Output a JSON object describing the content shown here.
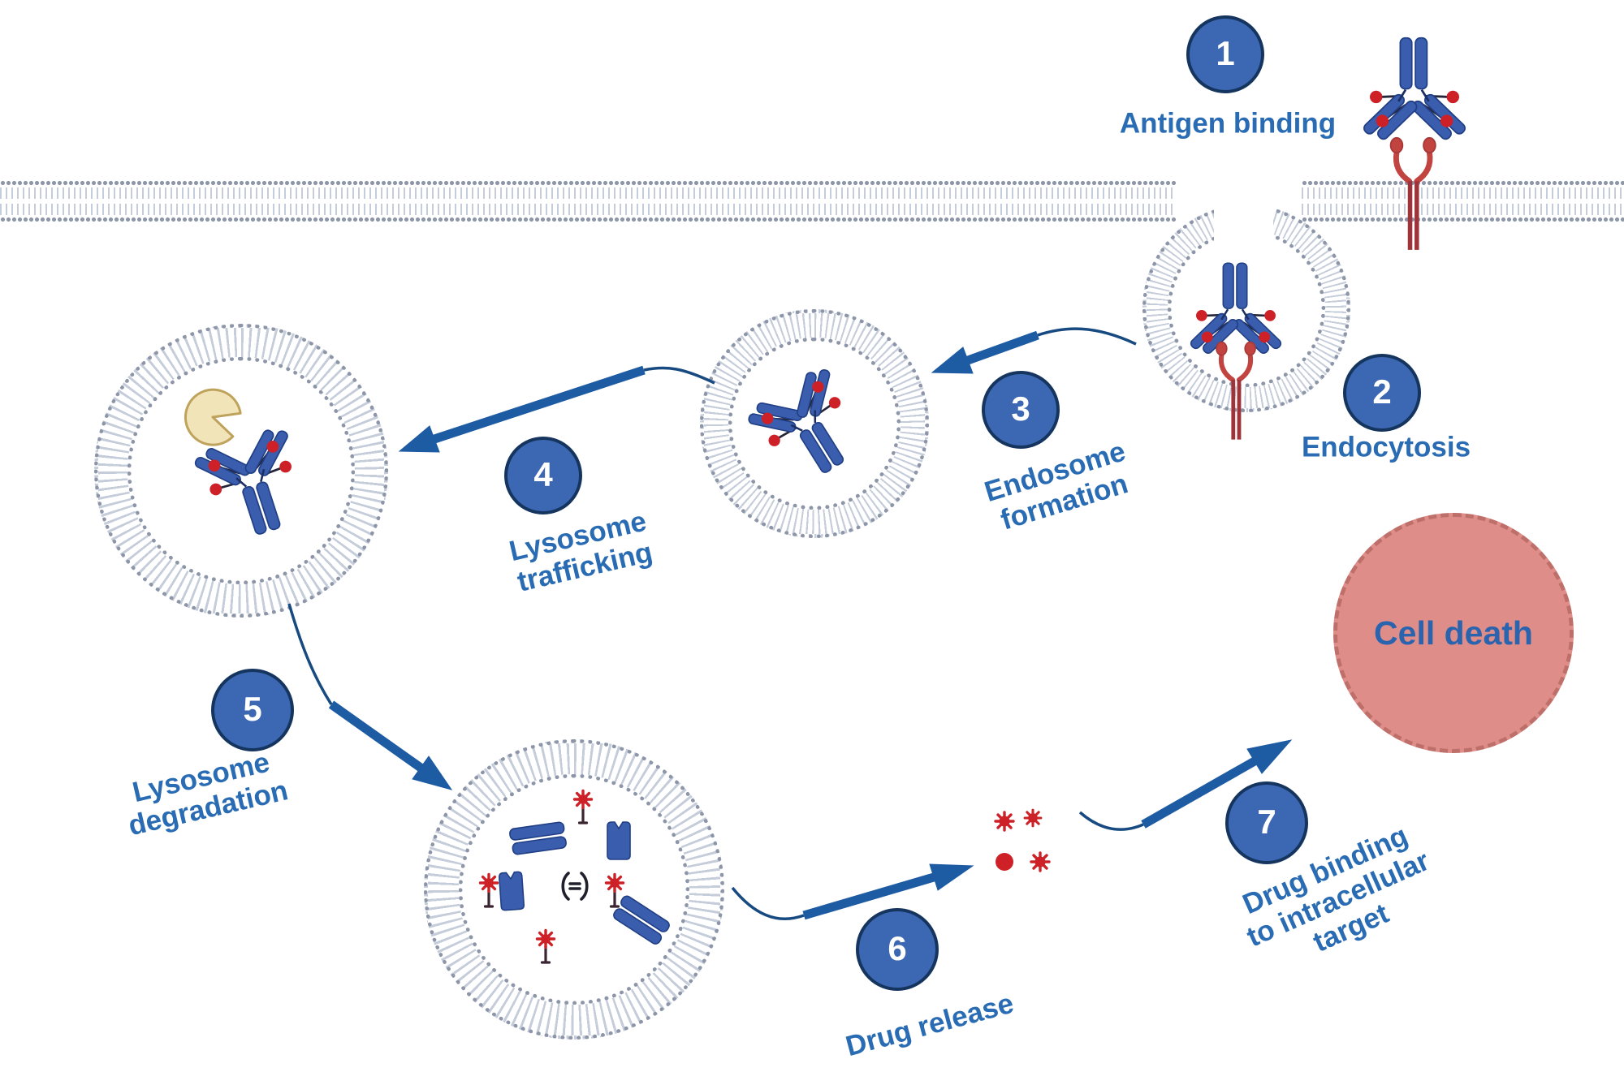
{
  "steps": [
    {
      "number": "1",
      "label": "Antigen binding"
    },
    {
      "number": "2",
      "label": "Endocytosis"
    },
    {
      "number": "3",
      "label": "Endosome\nformation"
    },
    {
      "number": "4",
      "label": "Lysosome\ntrafficking"
    },
    {
      "number": "5",
      "label": "Lysosome\ndegradation"
    },
    {
      "number": "6",
      "label": "Drug release"
    },
    {
      "number": "7",
      "label": "Drug binding\nto intracellular\ntarget"
    }
  ],
  "cell_death_label": "Cell death",
  "colors": {
    "step_circle_fill": "#3c67b3",
    "step_circle_border": "#15355f",
    "label_text": "#2a6cb4",
    "arrow_blue": "#1d5ba3",
    "membrane_dot": "#8d96a8",
    "membrane_tail": "#c6cdda",
    "antibody_blue": "#3b5dae",
    "drug_red": "#cd2127",
    "receptor_red": "#c24441",
    "enzyme_yellow": "#f1e4b8",
    "cell_death_fill": "#de8d88",
    "cell_death_text": "#2a63ae"
  },
  "icons": {
    "adc-antibody-icon": "Y-shaped antibody with red drug payloads",
    "receptor-icon": "red transmembrane antigen receptor",
    "membrane-icon": "dotted lipid bilayer",
    "vesicle-icon": "lipid bilayer ring",
    "lysosome-enzyme-icon": "yellow pac-man enzyme",
    "drug-molecule-icon": "red star drug",
    "antibody-fragment-icon": "degraded blue antibody fragments",
    "arrow-icon": "curved tapered blue arrow"
  }
}
